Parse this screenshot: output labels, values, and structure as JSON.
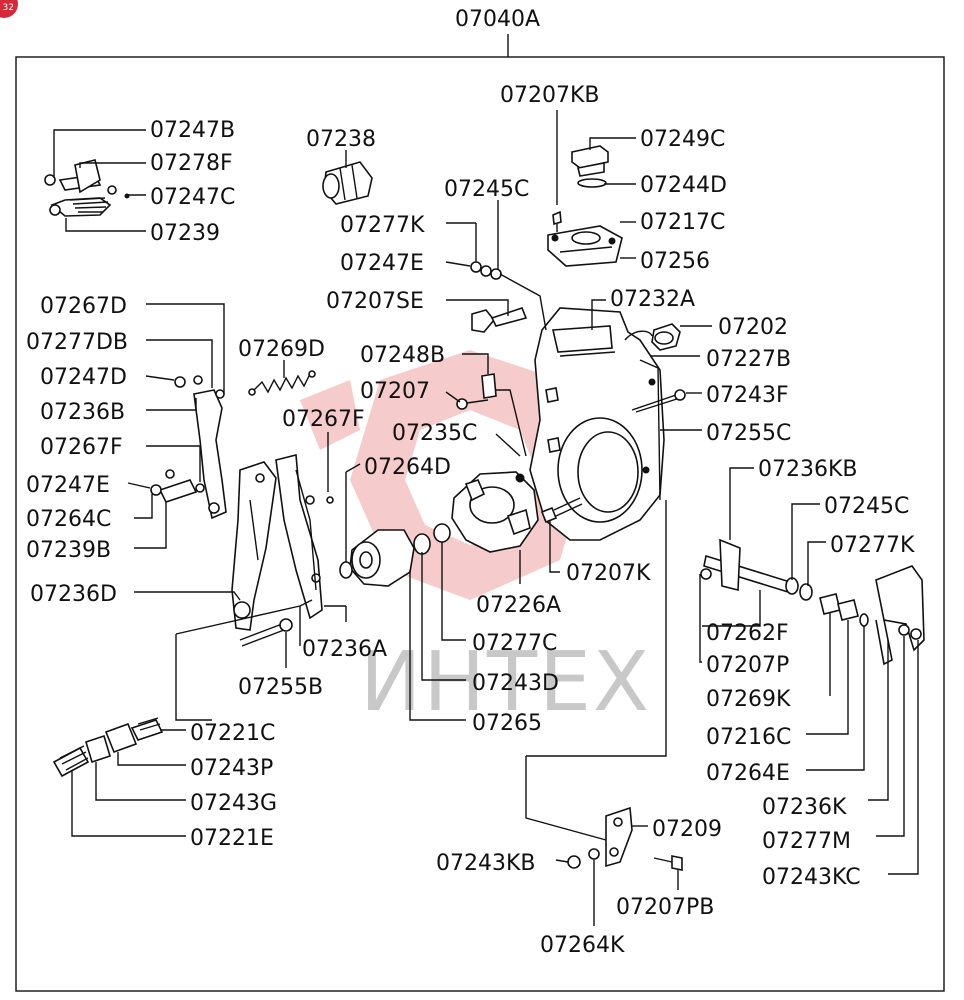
{
  "badge": "32",
  "assembly_label": "07040A",
  "watermark_text": "ИНТЕХ",
  "callouts": {
    "c07247B": "07247B",
    "c07278F": "07278F",
    "c07247C": "07247C",
    "c07239": "07239",
    "c07238": "07238",
    "c07207KB": "07207KB",
    "c07249C": "07249C",
    "c07244D": "07244D",
    "c07245C_top": "07245C",
    "c07217C": "07217C",
    "c07277K_top": "07277K",
    "c07256": "07256",
    "c07247E_top": "07247E",
    "c07267D": "07267D",
    "c07207SE": "07207SE",
    "c07232A": "07232A",
    "c07202": "07202",
    "c07277DB": "07277DB",
    "c07269D": "07269D",
    "c07248B": "07248B",
    "c07227B": "07227B",
    "c07247D": "07247D",
    "c07207": "07207",
    "c07243F": "07243F",
    "c07236B": "07236B",
    "c07267F_left": "07267F",
    "c07267F_mid": "07267F",
    "c07235C": "07235C",
    "c07255C": "07255C",
    "c07264D": "07264D",
    "c07236KB": "07236KB",
    "c07247E_left": "07247E",
    "c07245C_right": "07245C",
    "c07264C": "07264C",
    "c07277K_right": "07277K",
    "c07239B": "07239B",
    "c07207K": "07207K",
    "c07236D": "07236D",
    "c07226A": "07226A",
    "c07262F": "07262F",
    "c07236A": "07236A",
    "c07277C": "07277C",
    "c07207P": "07207P",
    "c07255B": "07255B",
    "c07243D": "07243D",
    "c07269K": "07269K",
    "c07265": "07265",
    "c07221C": "07221C",
    "c07216C": "07216C",
    "c07243P": "07243P",
    "c07264E": "07264E",
    "c07243G": "07243G",
    "c07236K": "07236K",
    "c07221E": "07221E",
    "c07209": "07209",
    "c07277M": "07277M",
    "c07243KB": "07243KB",
    "c07243KC": "07243KC",
    "c07207PB": "07207PB",
    "c07264K": "07264K"
  },
  "colors": {
    "line": "#111111",
    "background": "#ffffff",
    "watermark_red": "#e46a6a",
    "badge_red": "#d42a3a"
  }
}
